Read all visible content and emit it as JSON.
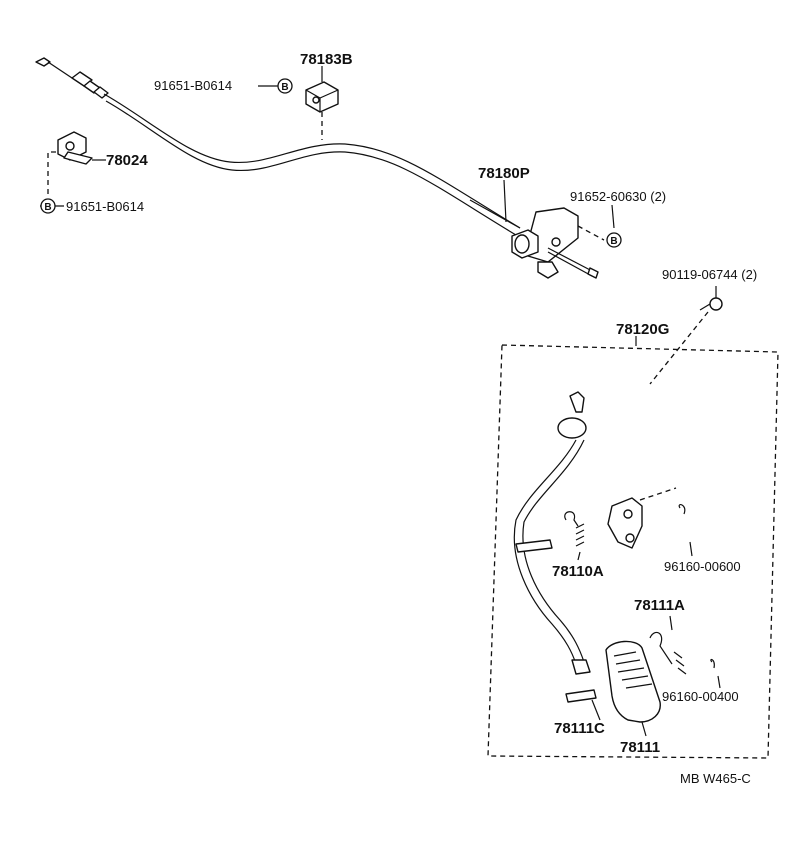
{
  "parts": {
    "p78183B": "78183B",
    "p91651_top": "91651-B0614",
    "p78024": "78024",
    "p91651_left": "91651-B0614",
    "p78180P": "78180P",
    "p91652": "91652-60630 (2)",
    "p90119": "90119-06744 (2)",
    "p78120G": "78120G",
    "p78110A": "78110A",
    "p96160_600": "96160-00600",
    "p78111A": "78111A",
    "p96160_400": "96160-00400",
    "p78111C": "78111C",
    "p78111": "78111"
  },
  "badge_letter": "B",
  "diagram_code": "MB W465-C"
}
